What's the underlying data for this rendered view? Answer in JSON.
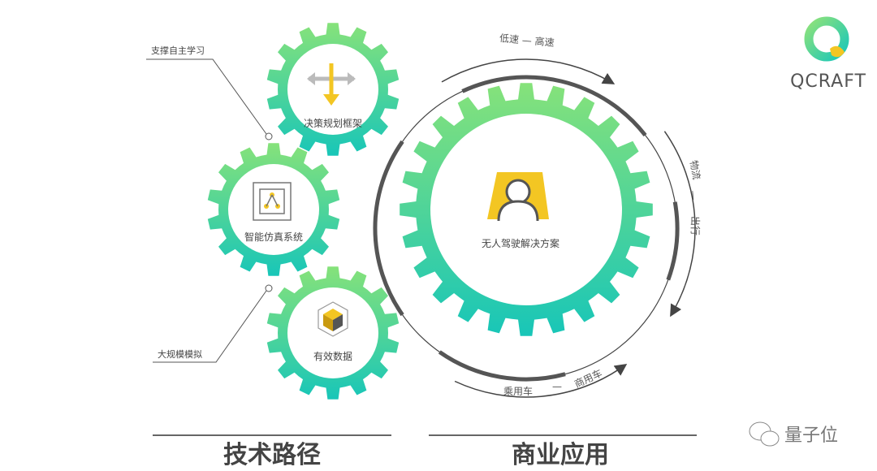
{
  "gears": {
    "decision": {
      "label": "决策规划框架",
      "icon": "decision-arrows-icon"
    },
    "simulation": {
      "label": "智能仿真系统",
      "icon": "network-nodes-icon"
    },
    "data": {
      "label": "有效数据",
      "icon": "cube-icon"
    },
    "solution": {
      "label": "无人驾驶解决方案",
      "icon": "driver-person-icon"
    }
  },
  "callouts": {
    "top": "支撑自主学习",
    "bottom": "大规模模拟"
  },
  "cycle": {
    "top": "低速 — 高速",
    "right_a": "物流",
    "right_dash": "—",
    "right_b": "出行",
    "bottom_a": "乘用车",
    "bottom_dash": "—",
    "bottom_b": "商用车"
  },
  "sections": {
    "left": "技术路径",
    "right": "商业应用"
  },
  "logo": {
    "text": "QCRAFT"
  },
  "watermark": {
    "text": "量子位",
    "icon": "wechat-icon"
  },
  "colors": {
    "gear_top": "#86e27a",
    "gear_bottom": "#18c6b8",
    "dark": "#555555",
    "accent_yellow": "#f5cf3a"
  }
}
